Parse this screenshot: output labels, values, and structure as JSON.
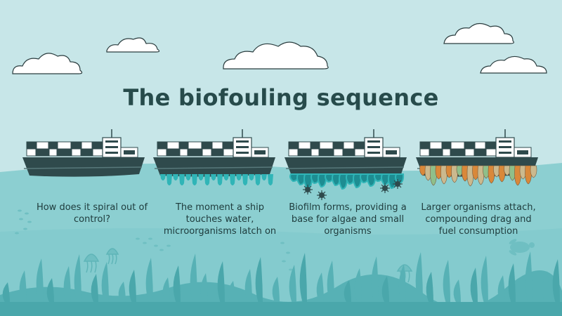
{
  "title": "The biofouling sequence",
  "colors": {
    "sky": "#c7e6e8",
    "sea": "#8ccfd1",
    "sea_dark": "#6fbfc2",
    "seaweed": "#57b1b5",
    "hull": "#2f4a4c",
    "title_text": "#274b4b",
    "biofilm": "#30b5b7",
    "barnacle_orange": "#d9883a",
    "barnacle_tan": "#cbb98e"
  },
  "stages": [
    {
      "caption": "How does it spiral out of control?",
      "fouling": "none"
    },
    {
      "caption": "The moment a ship touches water, microorganisms latch on",
      "fouling": "microorganisms"
    },
    {
      "caption": "Biofilm forms, providing a base for algae and small organisms",
      "fouling": "biofilm"
    },
    {
      "caption": "Larger organisms attach, compounding drag and fuel consumption",
      "fouling": "larger-organisms"
    }
  ],
  "icons": [
    "cloud-icon",
    "container-ship-icon",
    "jellyfish-icon",
    "fish-school-icon",
    "turtle-icon",
    "seaweed-icon",
    "bacteria-icon"
  ]
}
